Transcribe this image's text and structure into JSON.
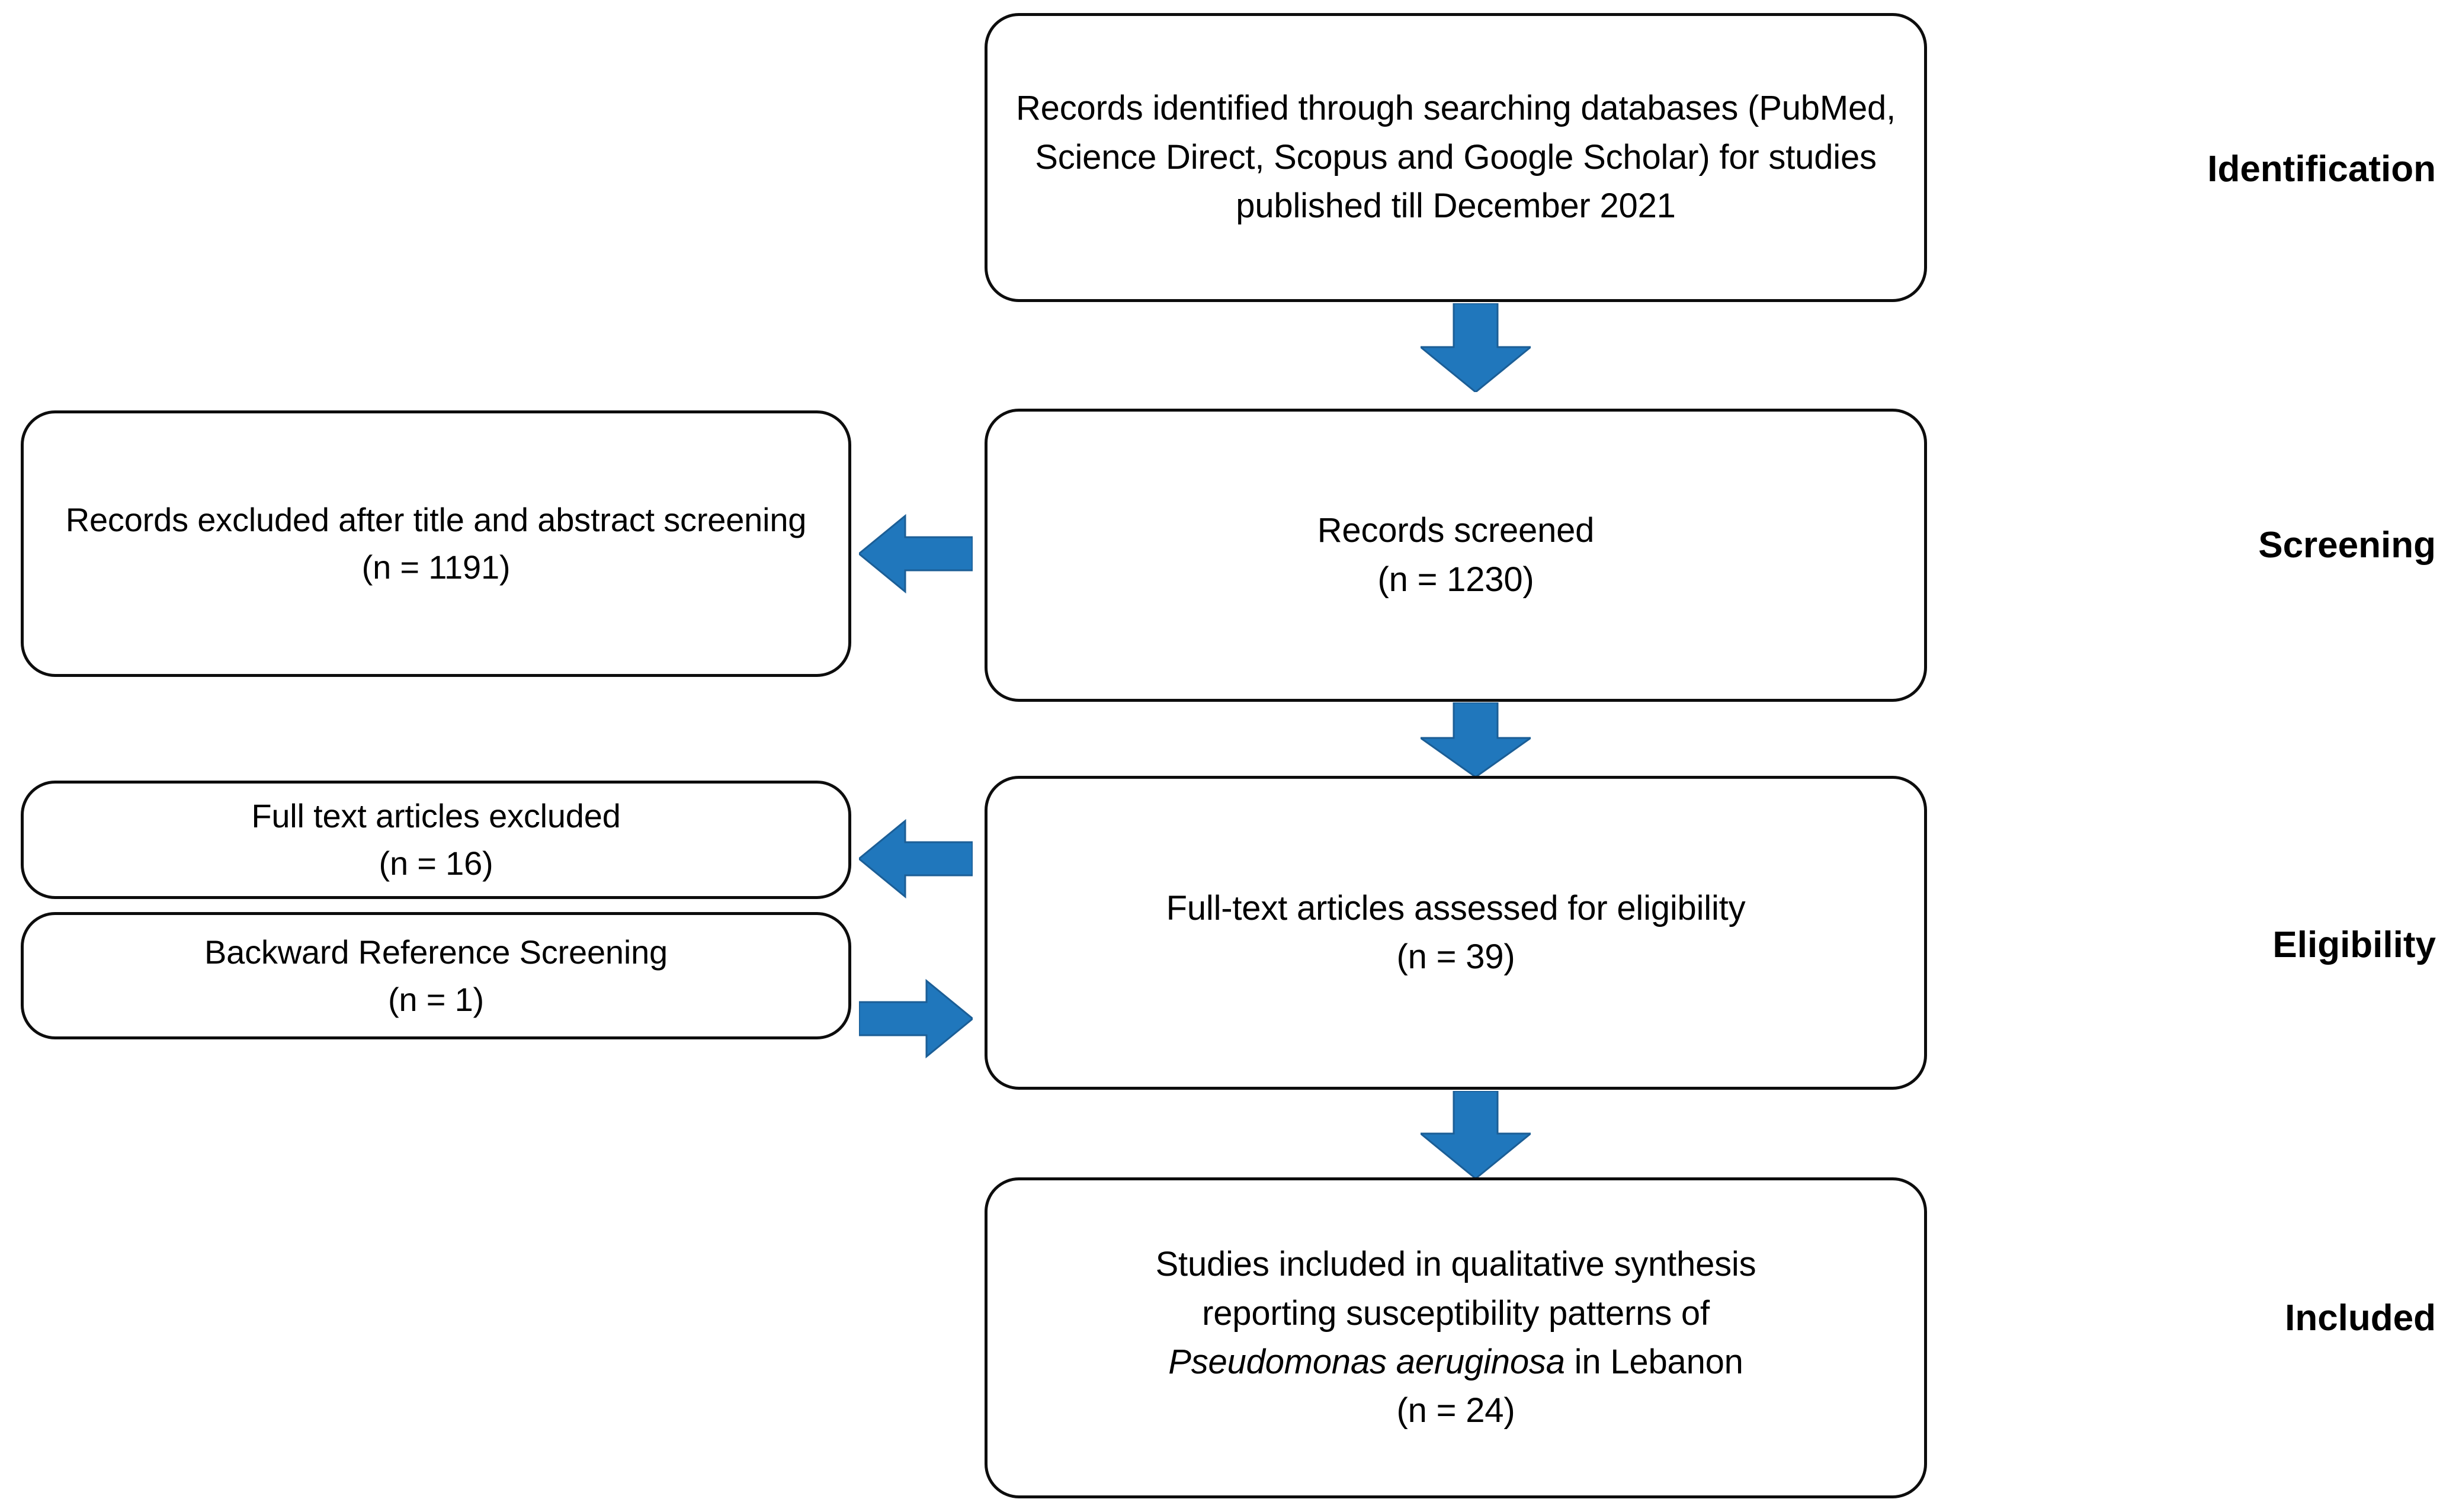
{
  "diagram": {
    "type": "prisma-flow-diagram",
    "accent_color": "#2077BC",
    "accent_stroke_color": "#1B5E96",
    "border_color": "#0D0D0D",
    "background_color": "#FFFFFF"
  },
  "stages": [
    {
      "key": "identification",
      "label": "Identification"
    },
    {
      "key": "screening",
      "label": "Screening"
    },
    {
      "key": "eligibility",
      "label": "Eligibility"
    },
    {
      "key": "included",
      "label": "Included"
    }
  ],
  "nodes": {
    "identified": {
      "text": "Records identified through searching databases (PubMed, Science Direct, Scopus and Google Scholar) for studies published till December 2021"
    },
    "screened": {
      "line1": "Records screened",
      "line2": "(n = 1230)",
      "count": 1230
    },
    "excluded_title_abstract": {
      "line1": "Records excluded after title and abstract screening",
      "line2": "(n = 1191)",
      "count": 1191
    },
    "fulltext_assessed": {
      "line1": "Full-text articles assessed for eligibility",
      "line2": "(n = 39)",
      "count": 39
    },
    "excluded_fulltext": {
      "line1": "Full text articles excluded",
      "line2": "(n = 16)",
      "count": 16
    },
    "backward_reference": {
      "line1": "Backward Reference Screening",
      "line2": "(n = 1)",
      "count": 1
    },
    "included": {
      "line1": "Studies included in qualitative synthesis",
      "line2": "reporting susceptibility patterns of",
      "line3_italic": "Pseudomonas aeruginosa",
      "line3_rest": " in Lebanon",
      "line4": "(n = 24)",
      "count": 24
    }
  },
  "arrows": [
    {
      "name": "identified-to-screened",
      "direction": "down"
    },
    {
      "name": "screened-to-fulltext",
      "direction": "down"
    },
    {
      "name": "fulltext-to-included",
      "direction": "down"
    },
    {
      "name": "screened-to-excluded",
      "direction": "left"
    },
    {
      "name": "fulltext-to-excluded",
      "direction": "left"
    },
    {
      "name": "backward-to-fulltext",
      "direction": "right"
    }
  ]
}
